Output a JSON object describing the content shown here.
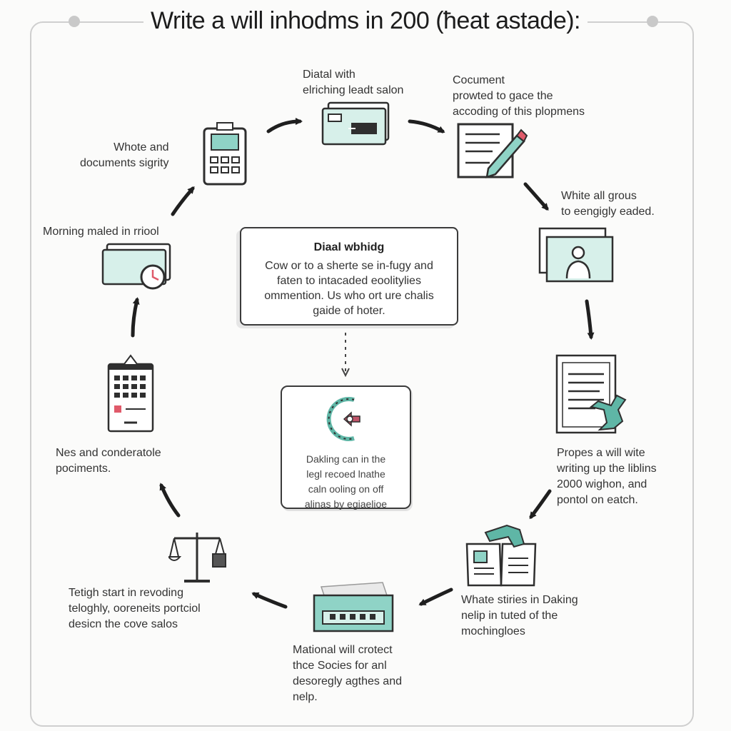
{
  "title": "Write a will inhodms in 200 (ħeat astade):",
  "colors": {
    "accent": "#8fd3c6",
    "stroke": "#2f2f2f",
    "frame": "#cfcfcf"
  },
  "center_box": {
    "heading": "Diaal wbhidg",
    "lines": [
      "Cow or to a sherte se in-fugy and",
      "faten to intacaded eoolitylies",
      "ommention. Us who ort ure chalis",
      "gaide of hoter."
    ]
  },
  "mid_box": {
    "icon": "seal-emblem-icon",
    "lines": [
      "Dakling can in the",
      "legl recoed lnathe",
      "caln ooling on off",
      "alinas by egiaelioe"
    ]
  },
  "labels": {
    "top": [
      "Diatal with",
      "elriching leadt salon"
    ],
    "top_right": [
      "Cocument",
      "prowted to gace the",
      "accoding of this plopmens"
    ],
    "right_upper": [
      "White all grous",
      "to eengigly eaded."
    ],
    "right_lower": [
      "Propes a will wite",
      "writing up the liblins",
      "2000 wighon, and",
      "pontol on eatch."
    ],
    "bottom_right": [
      "Whate stiries in Daking",
      "nelip in tuted of the",
      "mochingloes"
    ],
    "bottom": [
      "Mational will crotect",
      "thce Socies for anl",
      "desoregly agthes and",
      "nelp."
    ],
    "bottom_left": [
      "Tetigh start in revoding",
      "teloghly, ooreneits portciol",
      "desicn the cove salos"
    ],
    "left_lower": [
      "Nes and conderatole",
      "pociments."
    ],
    "left_upper": [
      "Morning maled in rriool"
    ],
    "top_left": [
      "Whote and",
      "documents sigrity"
    ]
  },
  "icons": [
    "calculator-icon",
    "card-icon",
    "document-pen-icon",
    "profile-card-icon",
    "document-plant-icon",
    "open-book-icon",
    "banknote-icon",
    "scales-icon",
    "calendar-icon",
    "card-clock-icon"
  ]
}
